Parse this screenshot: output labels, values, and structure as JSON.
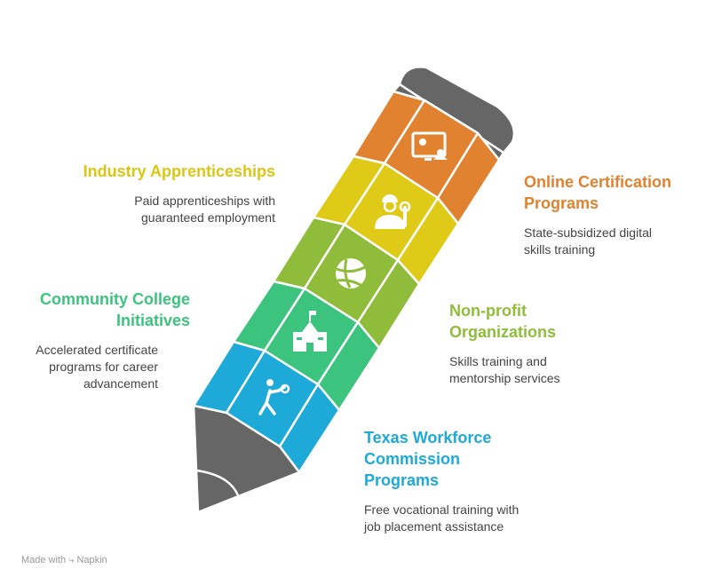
{
  "items": [
    {
      "title": "Online Certification Programs",
      "description": "State-subsidized digital skills training",
      "color": "#E0822F",
      "icon": "online-training-icon"
    },
    {
      "title": "Industry Apprenticeships",
      "description": "Paid apprenticeships with guaranteed employment",
      "color": "#DCC614",
      "icon": "worker-wrench-icon"
    },
    {
      "title": "Non-profit Organizations",
      "description": "Skills training and mentorship services",
      "color": "#8FBC3A",
      "icon": "globe-network-icon"
    },
    {
      "title": "Community College Initiatives",
      "description": "Accelerated certificate programs for career advancement",
      "color": "#3CC47F",
      "icon": "school-building-icon"
    },
    {
      "title": "Texas Workforce Commission Programs",
      "description": "Free vocational training with job placement assistance",
      "color": "#1EAAD8",
      "icon": "person-exercise-icon"
    }
  ],
  "footer": {
    "made_with": "Made with",
    "brand": "Napkin"
  }
}
